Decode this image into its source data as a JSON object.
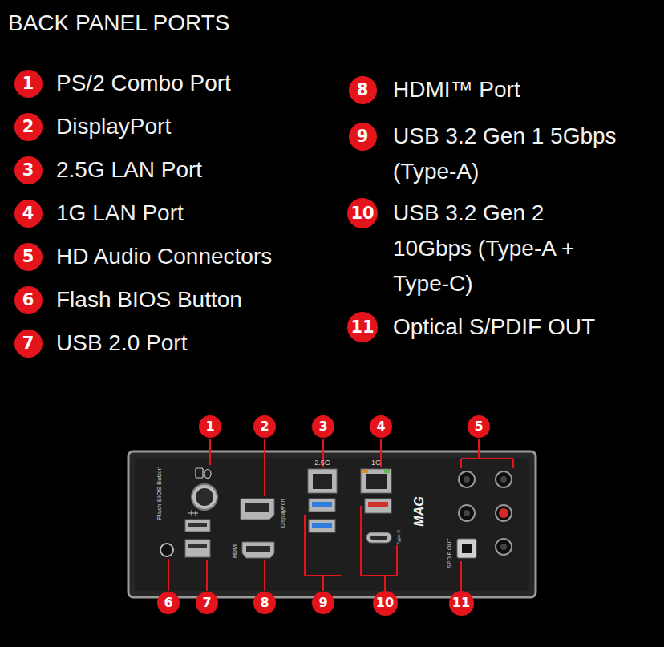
{
  "diagram": {
    "title": "BACK PANEL PORTS",
    "nodes": [
      {
        "text": [
          "1"
        ]
      },
      {
        "text": [
          "2"
        ]
      },
      {
        "text": [
          "3"
        ]
      },
      {
        "text": [
          "4"
        ]
      },
      {
        "text": [
          "5"
        ]
      },
      {
        "text": [
          "6"
        ]
      },
      {
        "text": [
          "7"
        ]
      },
      {
        "text": [
          "8"
        ]
      },
      {
        "text": [
          "9"
        ]
      },
      {
        "text": [
          "10"
        ]
      },
      {
        "text": [
          "11"
        ]
      },
      {
        "text": [
          "1"
        ]
      },
      {
        "text": [
          "2"
        ]
      },
      {
        "text": [
          "3"
        ]
      },
      {
        "text": [
          "4"
        ]
      },
      {
        "text": [
          "5"
        ]
      },
      {
        "text": [
          "6"
        ]
      },
      {
        "text": [
          "7"
        ]
      },
      {
        "text": [
          "8"
        ]
      },
      {
        "text": [
          "9"
        ]
      },
      {
        "text": [
          "10"
        ]
      },
      {
        "text": [
          "11"
        ]
      }
    ],
    "labels": [
      "PS/2 Combo Port",
      "DisplayPort",
      "2.5G LAN Port",
      "1G LAN Port",
      "HD Audio Connectors",
      "Flash BIOS Button",
      "USB 2.0 Port",
      "HDMI™ Port",
      "USB 3.2 Gen 1 5Gbps (Type-A)",
      "USB 3.2 Gen 2 10Gbps (Type-A + Type-C)",
      "Optical S/PDIF OUT",
      "Flash BIOS Button",
      "DisplayPort",
      "HDMI",
      "2.5G",
      "1G",
      "MAG",
      "SPDIF OUT",
      "Type-C"
    ]
  }
}
